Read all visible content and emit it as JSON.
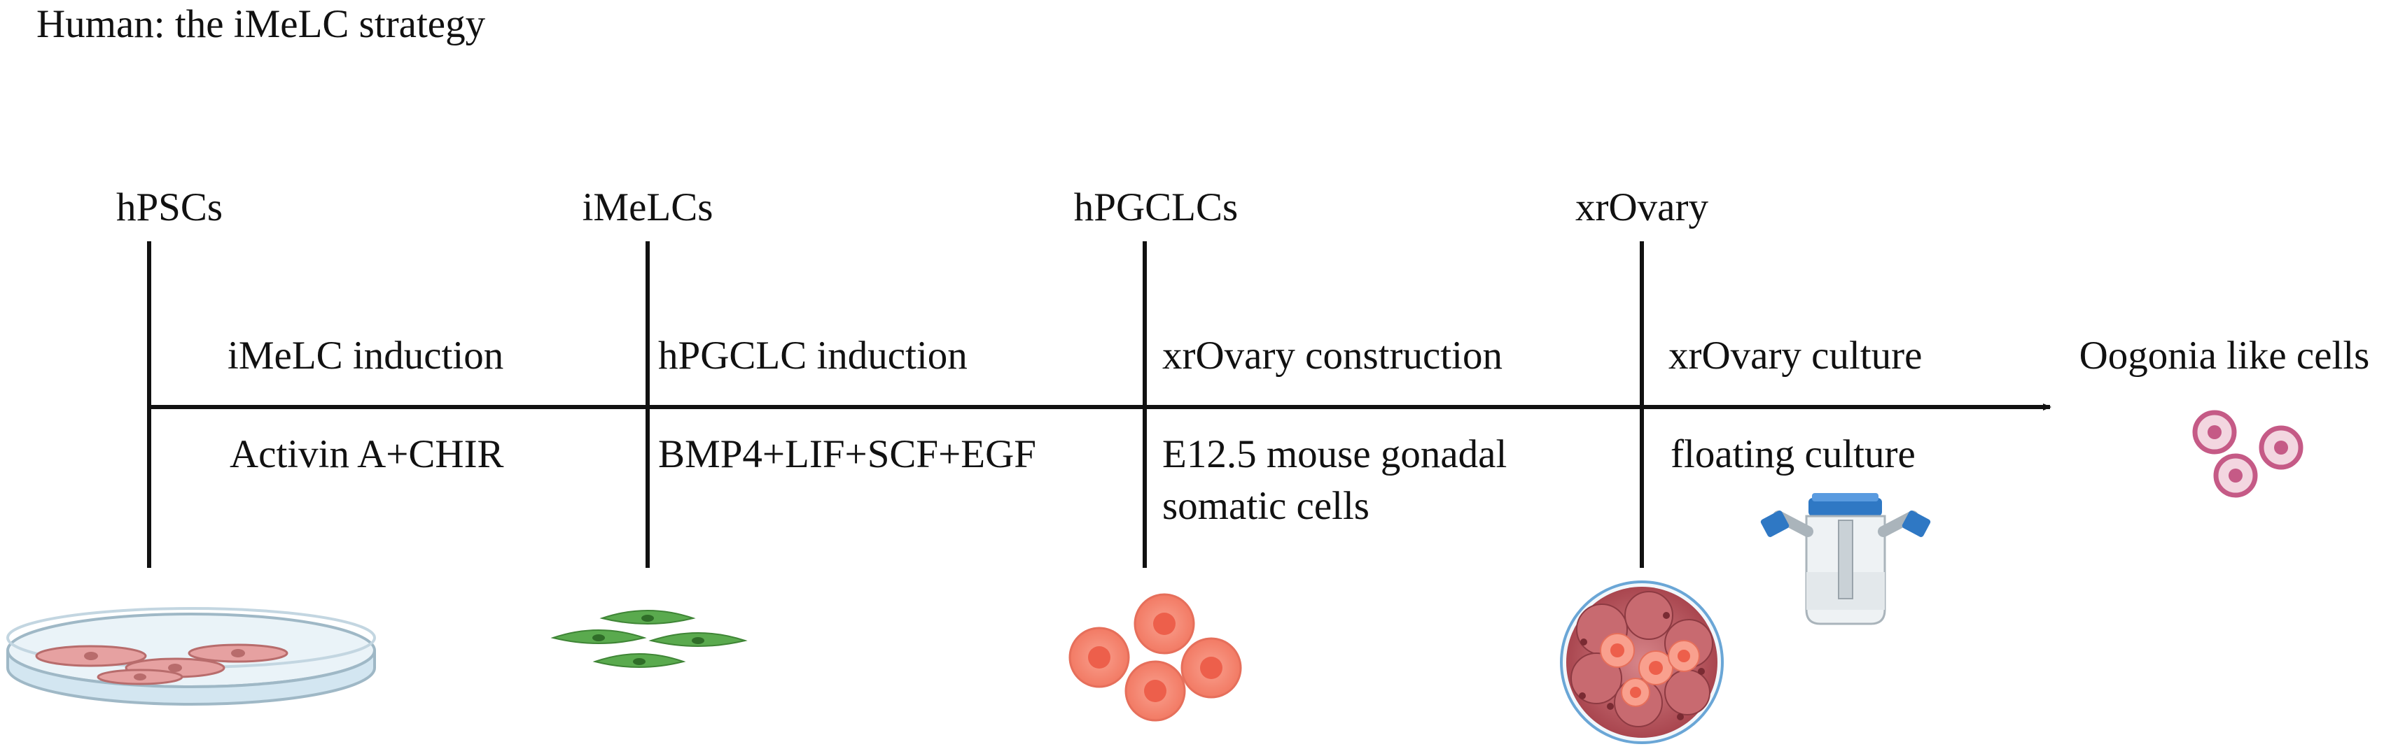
{
  "title": "Human: the iMeLC strategy",
  "stages": [
    {
      "label": "hPSCs",
      "icon": "petri-dish-icon"
    },
    {
      "label": "iMeLCs",
      "icon": "mesenchymal-cells-icon"
    },
    {
      "label": "hPGCLCs",
      "icon": "round-cells-icon"
    },
    {
      "label": "xrOvary",
      "icon": "cell-aggregate-icon"
    }
  ],
  "steps": [
    {
      "name": "iMeLC induction",
      "condition": "Activin A+CHIR"
    },
    {
      "name": "hPGCLC induction",
      "condition": "BMP4+LIF+SCF+EGF"
    },
    {
      "name": "xrOvary construction",
      "condition_line1": "E12.5 mouse gonadal",
      "condition_line2": "somatic cells"
    },
    {
      "name": "xrOvary culture",
      "condition": "floating culture"
    }
  ],
  "endpoint": "Oogonia like cells",
  "icons": {
    "culture": "culture-flask-icon",
    "endpoint": "oogonia-cells-icon"
  },
  "colors": {
    "line": "#111111",
    "dish_cell": "#e6a1a1",
    "mesenchymal_green": "#5aaa4e",
    "hpgclc_orange": "#f4806c",
    "aggregate_red": "#b34f55",
    "oogonia_pink": "#c55a86",
    "flask_cap_blue": "#2f78c4"
  }
}
